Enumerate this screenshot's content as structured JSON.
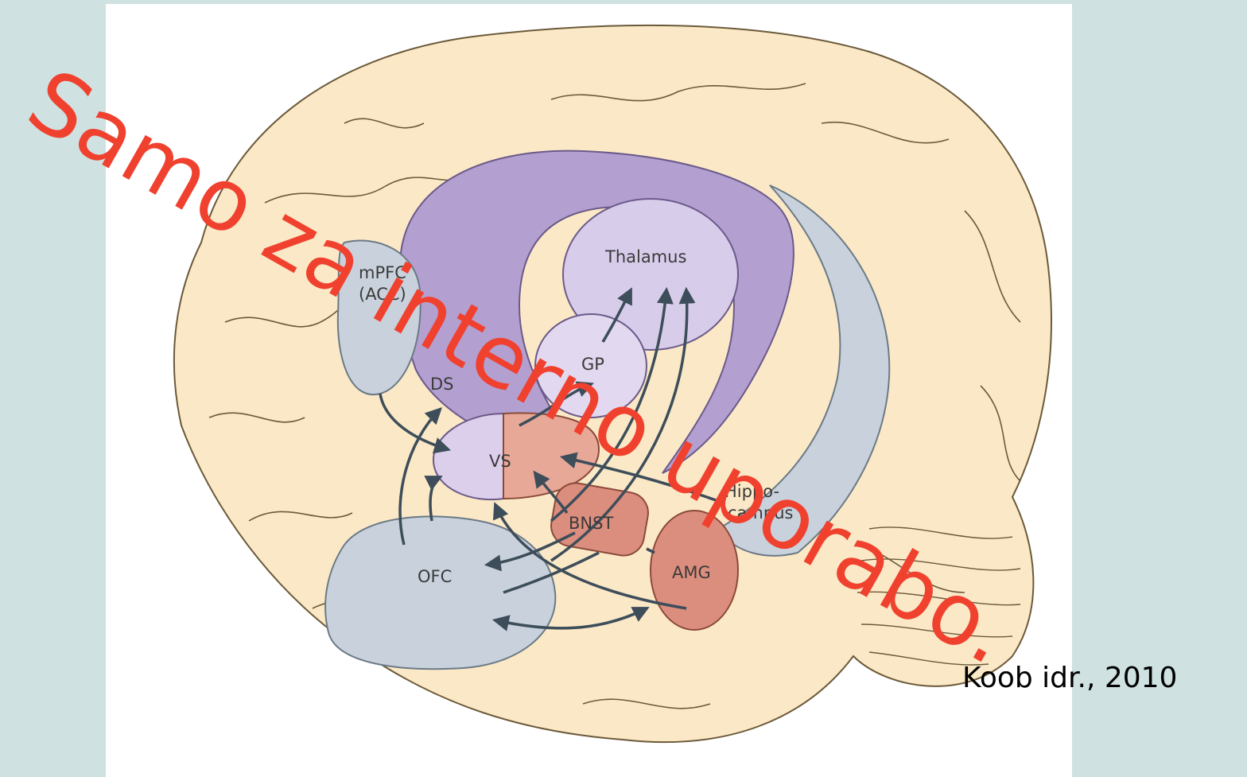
{
  "diagram": {
    "regions": {
      "mpfc": "mPFC\n(ACC)",
      "ds": "DS",
      "gp": "GP",
      "thalamus": "Thalamus",
      "vs": "VS",
      "bnst": "BNST",
      "hippocampus_line1": "Hippo-",
      "hippocampus_line2": "campus",
      "ofc": "OFC",
      "amg": "AMG"
    },
    "colors": {
      "brain": "#fbe8c6",
      "striatum": "#b3a0d0",
      "thalamus": "#d8cceb",
      "cortex_gray": "#c9d2dc",
      "amygdala": "#dc8e7e",
      "arrow": "#3d4d5a"
    }
  },
  "citation": "Koob idr., 2010",
  "watermark": "Samo za interno uporabo."
}
